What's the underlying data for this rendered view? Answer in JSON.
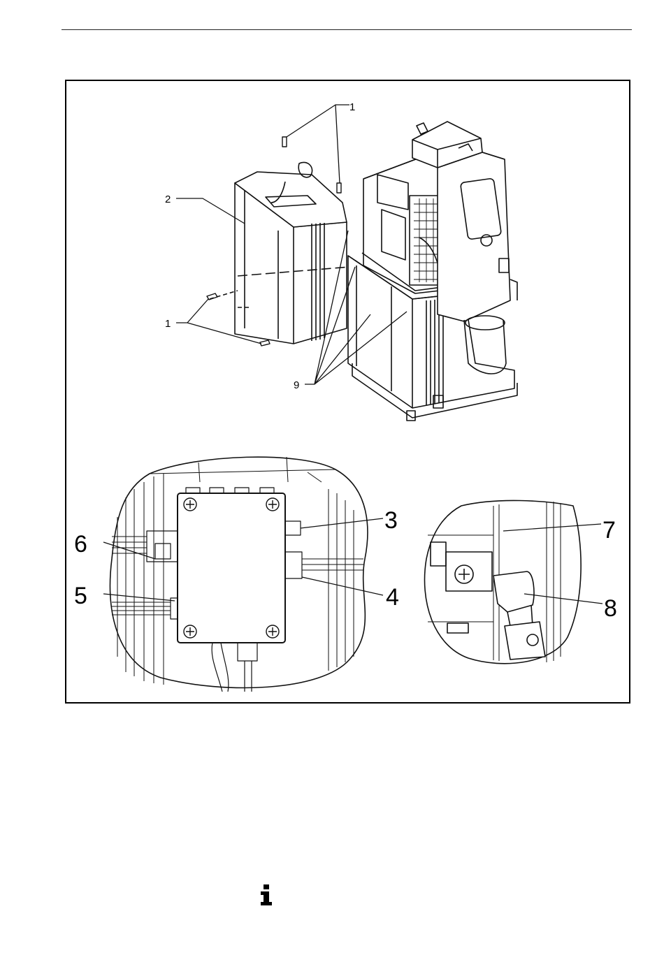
{
  "figure": {
    "callouts": {
      "screw_top": "1",
      "screw_bottom": "1",
      "cover": "2",
      "connector_right_top": "3",
      "connector_right_bottom": "4",
      "connector_left_bottom": "5",
      "connector_left_top": "6",
      "detail_top": "7",
      "detail_elbow": "8",
      "fixing_points": "9"
    }
  },
  "icons": {
    "info": "info-icon"
  }
}
